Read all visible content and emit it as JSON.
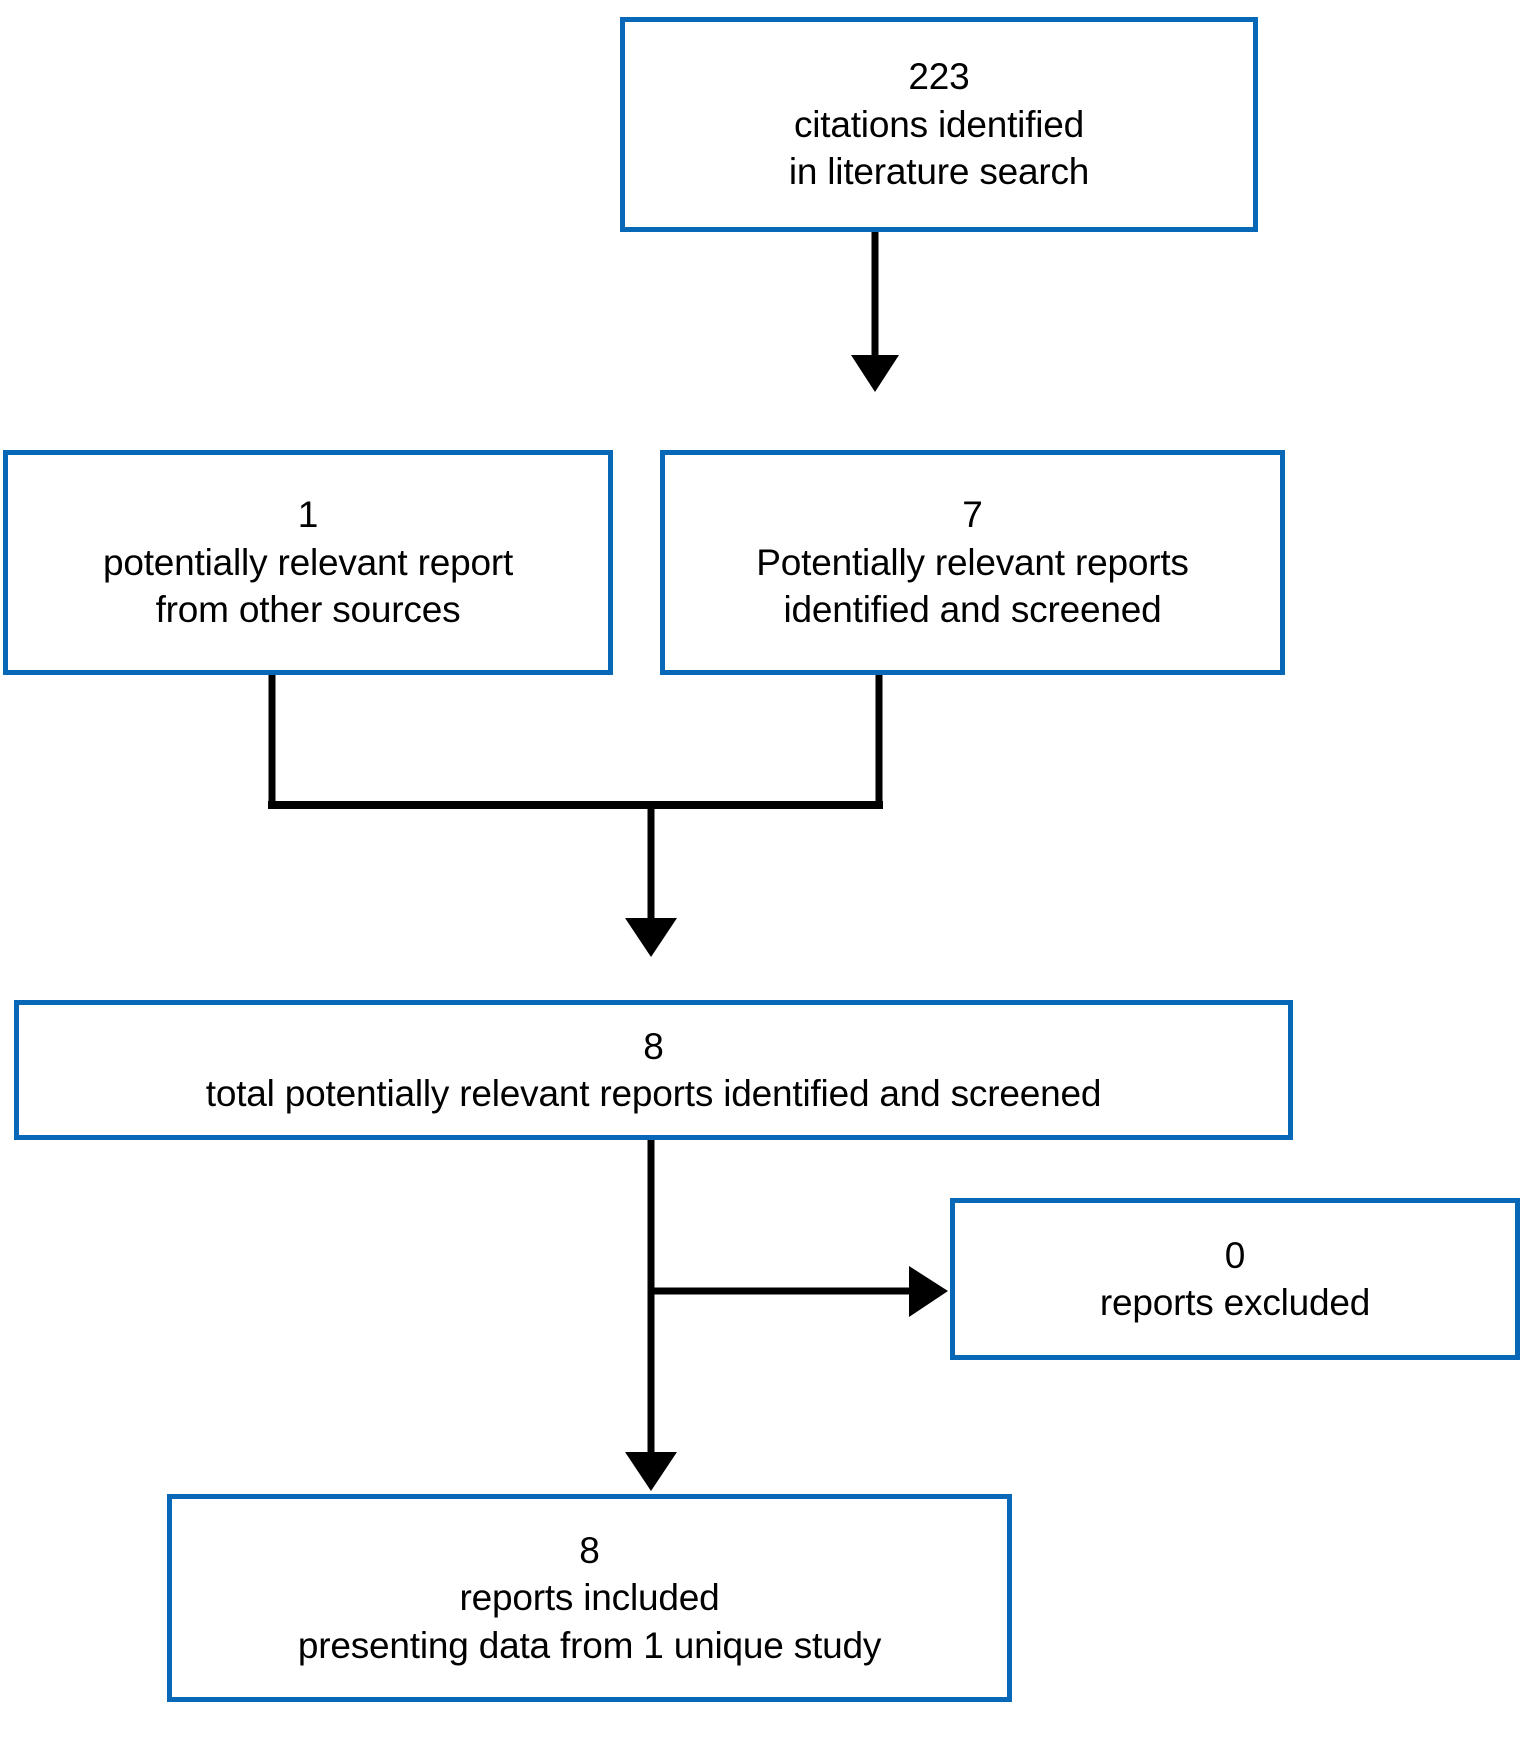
{
  "diagram": {
    "title": "PRISMA study selection flow diagram",
    "type": "flowchart",
    "colors": {
      "box_border": "#0868b8",
      "connector": "#000000",
      "text": "#000000",
      "background": "#ffffff"
    }
  },
  "boxes": {
    "identified": {
      "count": "223",
      "line1": "citations identified",
      "line2": "in literature search"
    },
    "other_sources": {
      "count": "1",
      "line1": "potentially relevant report",
      "line2": "from other sources"
    },
    "screened": {
      "count": "7",
      "line1": "Potentially relevant reports",
      "line2": "identified and screened"
    },
    "total_screened": {
      "count": "8",
      "line1": "total potentially relevant reports identified and screened"
    },
    "excluded": {
      "count": "0",
      "line1": "reports excluded"
    },
    "included": {
      "count": "8",
      "line1": "reports included",
      "line2": "presenting data from 1 unique study"
    }
  },
  "connectors": [
    {
      "name": "identified-to-screened",
      "from": "identified",
      "to": "screened",
      "style": "vertical-arrow"
    },
    {
      "name": "other-sources-to-total",
      "from": "other_sources",
      "to": "total_screened",
      "style": "merge-bracket-arrow"
    },
    {
      "name": "screened-to-total",
      "from": "screened",
      "to": "total_screened",
      "style": "merge-bracket-arrow"
    },
    {
      "name": "total-to-excluded",
      "from": "total_screened",
      "to": "excluded",
      "style": "horizontal-arrow"
    },
    {
      "name": "total-to-included",
      "from": "total_screened",
      "to": "included",
      "style": "vertical-arrow"
    }
  ]
}
